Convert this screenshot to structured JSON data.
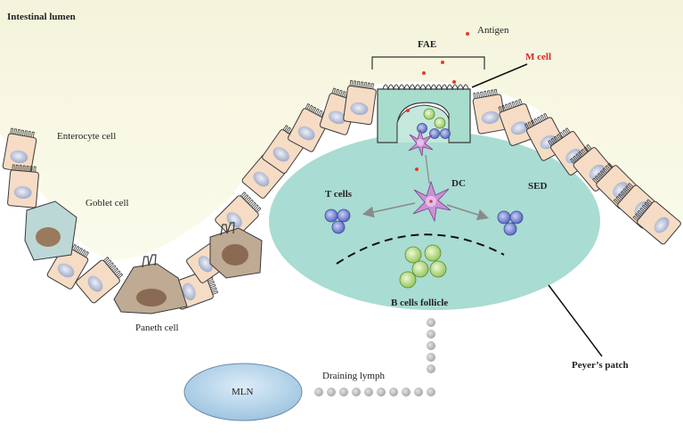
{
  "labels": {
    "intestinal_lumen": "Intestinal lumen",
    "antigen": "Antigen",
    "fae": "FAE",
    "m_cell": "M cell",
    "enterocyte_cell": "Enterocyte cell",
    "goblet_cell": "Goblet cell",
    "paneth_cell": "Paneth cell",
    "dc": "DC",
    "sed": "SED",
    "t_cells": "T cells",
    "b_cells_follicle": "B cells follicle",
    "peyers_patch": "Peyer’s patch",
    "mln": "MLN",
    "draining_lymph": "Draining lymph"
  },
  "colors": {
    "lumen_top": "#f6f6e4",
    "lumen_bottom": "#fafae8",
    "enterocyte": "#f6dcc4",
    "nucleus": "#b8c2d8",
    "goblet": "#bcd8d6",
    "goblet_nucleus": "#9a7a5c",
    "paneth": "#bfaa94",
    "paneth_nucleus": "#8a6a52",
    "m_cell": "#a8dccc",
    "peyers_patch": "#a9dcd2",
    "mln": "#b2d0e6",
    "t_cell": "#7f8cd0",
    "b_cell": "#b8dc84",
    "dc": "#c892d2",
    "antigen": "#e63a2a",
    "lymph": "#c4c4c4"
  }
}
